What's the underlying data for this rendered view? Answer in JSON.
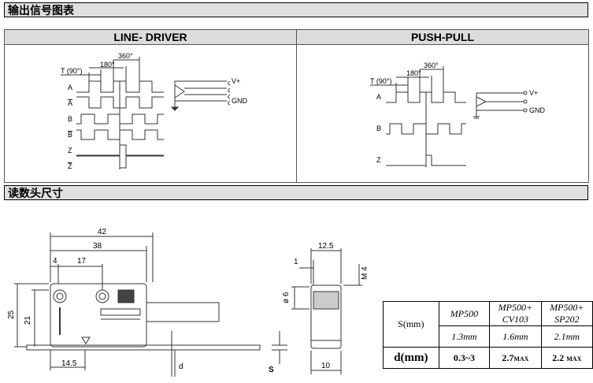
{
  "sections": {
    "output_signal": "输出信号图表",
    "head_dimensions": "读数头尺寸"
  },
  "panels": {
    "line_driver": {
      "title": "LINE- DRIVER",
      "labels": {
        "t": "T (90°)",
        "a180": "180°",
        "a360": "360°",
        "A": "A",
        "Abar": "A",
        "B": "B",
        "Bbar": "B",
        "Z": "Z",
        "Zbar": "Z",
        "vplus": "V+",
        "gnd": "GND"
      }
    },
    "push_pull": {
      "title": "PUSH-PULL",
      "labels": {
        "t": "T (90°)",
        "a180": "180°",
        "a360": "360°",
        "A": "A",
        "B": "B",
        "Z": "Z",
        "vplus": "V+",
        "gnd": "GND"
      }
    }
  },
  "dimensions": {
    "d42": "42",
    "d38": "38",
    "d4": "4",
    "d17": "17",
    "d25": "25",
    "d21": "21",
    "d14_5": "14.5",
    "d": "d",
    "s": "S",
    "d12_5": "12.5",
    "d1": "1",
    "m4": "M 4",
    "phi6": "ø 6",
    "d10": "10"
  },
  "table": {
    "s_label": "S(mm)",
    "d_label": "d(mm)",
    "cols": [
      {
        "model": "MP500",
        "s": "1.3mm",
        "d": "0.3~3",
        "d_suffix": ""
      },
      {
        "model": "MP500+ CV103",
        "s": "1.6mm",
        "d": "2.7",
        "d_suffix": "MAX"
      },
      {
        "model": "MP500+ SP202",
        "s": "2.1mm",
        "d": "2.2 ",
        "d_suffix": "MAX"
      }
    ]
  }
}
